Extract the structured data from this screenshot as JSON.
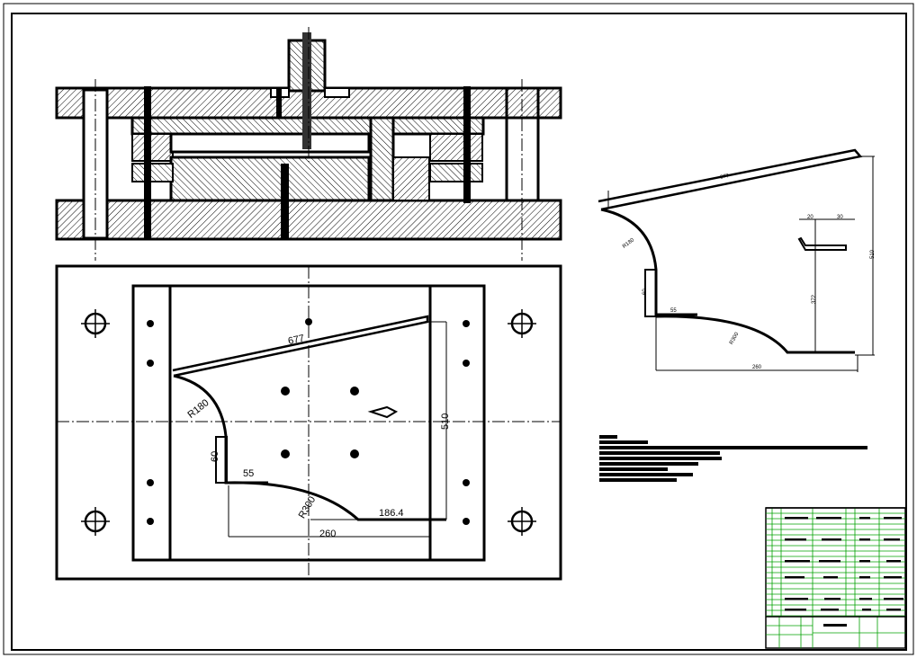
{
  "plan_view": {
    "dimensions": {
      "length_edge": "677",
      "radius_small": "R180",
      "radius_large": "R300",
      "height_left": "60",
      "flange": "55",
      "width_right": "510",
      "bottom_right": "186.4",
      "bottom_total": "260"
    }
  },
  "part_view": {
    "dimensions": {
      "top_edge": "677",
      "right_height": "510",
      "radius": "R180",
      "left_height": "60",
      "flange": "55",
      "small_a": "20",
      "small_b": "30",
      "inner_height": "372",
      "radius_large": "R300",
      "bottom": "260"
    }
  },
  "colors": {
    "line": "#000000",
    "title_block_grid": "#00a000",
    "background": "#ffffff"
  }
}
